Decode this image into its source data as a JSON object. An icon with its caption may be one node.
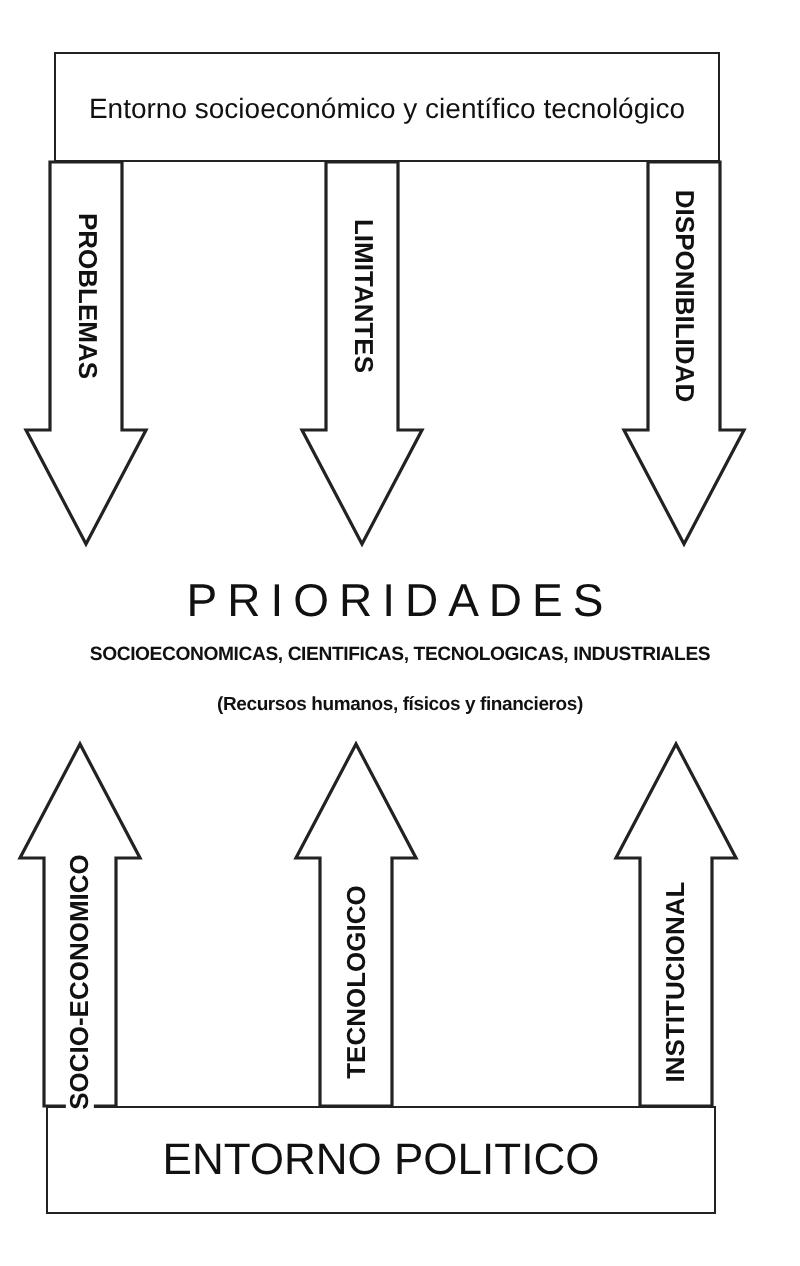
{
  "diagram": {
    "nodes": [
      {
        "text": [
          "Entorno socioeconómico y científico tecnológico"
        ]
      },
      {
        "text": [
          "PRIORIDADES",
          "SOCIOECONOMICAS, CIENTIFICAS, TECNOLOGICAS, INDUSTRIALES",
          "(Recursos humanos, físicos y financieros)"
        ]
      },
      {
        "text": [
          "ENTORNO POLITICO"
        ]
      }
    ],
    "edges": [
      {
        "from": 0,
        "to": 1,
        "arrow": "to",
        "label": "PROBLEMAS"
      },
      {
        "from": 0,
        "to": 1,
        "arrow": "to",
        "label": "LIMITANTES"
      },
      {
        "from": 0,
        "to": 1,
        "arrow": "to",
        "label": "DISPONIBILIDAD"
      },
      {
        "from": 2,
        "to": 1,
        "arrow": "to",
        "label": "SOCIO-ECONOMICO"
      },
      {
        "from": 2,
        "to": 1,
        "arrow": "to",
        "label": "TECNOLOGICO"
      },
      {
        "from": 2,
        "to": 1,
        "arrow": "to",
        "label": "INSTITUCIONAL"
      }
    ]
  }
}
